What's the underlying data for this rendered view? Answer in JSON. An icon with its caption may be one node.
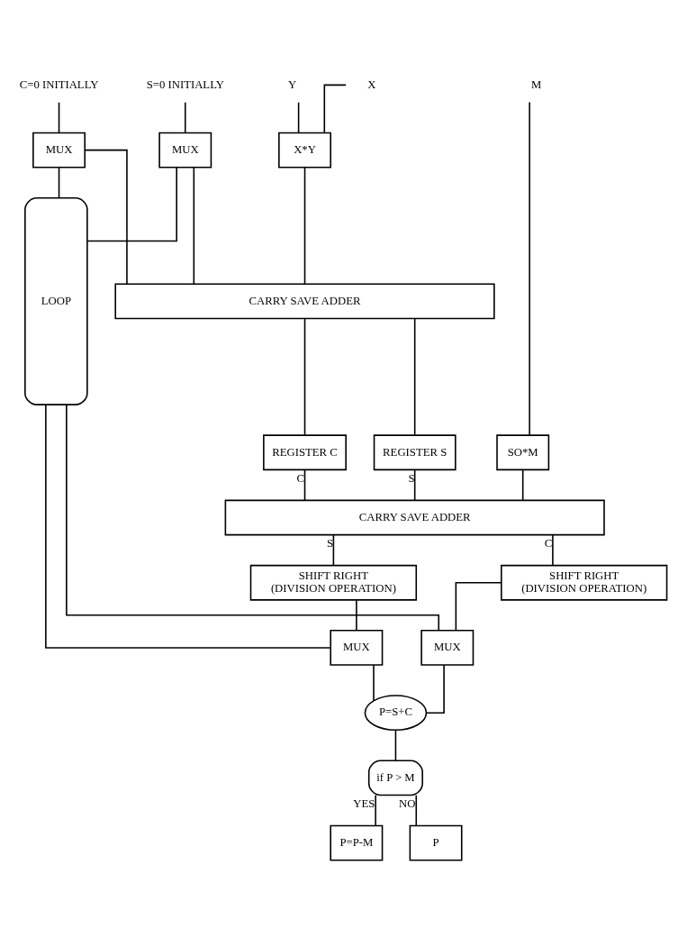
{
  "diagram": {
    "nodes": [
      {
        "text": [
          "X"
        ]
      },
      {
        "text": [
          "Y"
        ]
      },
      {
        "text": [
          "S=0 INITIALLY"
        ]
      },
      {
        "text": [
          "C=0 INITIALLY"
        ]
      },
      {
        "text": [
          "M"
        ]
      },
      {
        "text": [
          "X*Y"
        ]
      },
      {
        "text": [
          "MUX"
        ]
      },
      {
        "text": [
          "MUX"
        ]
      },
      {
        "text": [
          "LOOP"
        ]
      },
      {
        "text": [
          "CARRY SAVE ADDER"
        ]
      },
      {
        "text": [
          "REGISTER S"
        ]
      },
      {
        "text": [
          "REGISTER C"
        ]
      },
      {
        "text": [
          "SO*M"
        ]
      },
      {
        "text": [
          "CARRY SAVE ADDER"
        ]
      },
      {
        "text": [
          "SHIFT RIGHT (DIVISION OPERATION)"
        ]
      },
      {
        "text": [
          "SHIFT RIGHT (DIVISION OPERATION)"
        ]
      },
      {
        "text": [
          "MUX"
        ]
      },
      {
        "text": [
          "MUX"
        ]
      },
      {
        "text": [
          "P=S+C"
        ]
      },
      {
        "text": [
          "if P > M"
        ]
      },
      {
        "text": [
          "P=P-M"
        ]
      },
      {
        "text": [
          "P"
        ]
      }
    ],
    "edges": [
      {
        "from": 0,
        "to": 5,
        "arrow": "none"
      },
      {
        "from": 1,
        "to": 5,
        "arrow": "none"
      },
      {
        "from": 2,
        "to": 6,
        "arrow": "none"
      },
      {
        "from": 3,
        "to": 7,
        "arrow": "none"
      },
      {
        "from": 4,
        "to": 12,
        "arrow": "none"
      },
      {
        "from": 6,
        "to": 8,
        "arrow": "none"
      },
      {
        "from": 7,
        "to": 8,
        "arrow": "none"
      },
      {
        "from": 5,
        "to": 9,
        "arrow": "none"
      },
      {
        "from": 6,
        "to": 9,
        "arrow": "none"
      },
      {
        "from": 7,
        "to": 9,
        "arrow": "none"
      },
      {
        "from": 9,
        "to": 10,
        "arrow": "none"
      },
      {
        "from": 9,
        "to": 11,
        "arrow": "none"
      },
      {
        "from": 10,
        "to": 13,
        "arrow": "none",
        "label": "S"
      },
      {
        "from": 11,
        "to": 13,
        "arrow": "none",
        "label": "C"
      },
      {
        "from": 12,
        "to": 13,
        "arrow": "none"
      },
      {
        "from": 13,
        "to": 14,
        "arrow": "none",
        "label": "S"
      },
      {
        "from": 13,
        "to": 15,
        "arrow": "none",
        "label": "C"
      },
      {
        "from": 14,
        "to": 16,
        "arrow": "none"
      },
      {
        "from": 15,
        "to": 17,
        "arrow": "none"
      },
      {
        "from": 8,
        "to": 16,
        "arrow": "none"
      },
      {
        "from": 8,
        "to": 17,
        "arrow": "none"
      },
      {
        "from": 16,
        "to": 18,
        "arrow": "none"
      },
      {
        "from": 17,
        "to": 18,
        "arrow": "none"
      },
      {
        "from": 18,
        "to": 19,
        "arrow": "none"
      },
      {
        "from": 19,
        "to": 20,
        "arrow": "none",
        "label": "YES"
      },
      {
        "from": 19,
        "to": 21,
        "arrow": "none",
        "label": "NO"
      }
    ]
  }
}
